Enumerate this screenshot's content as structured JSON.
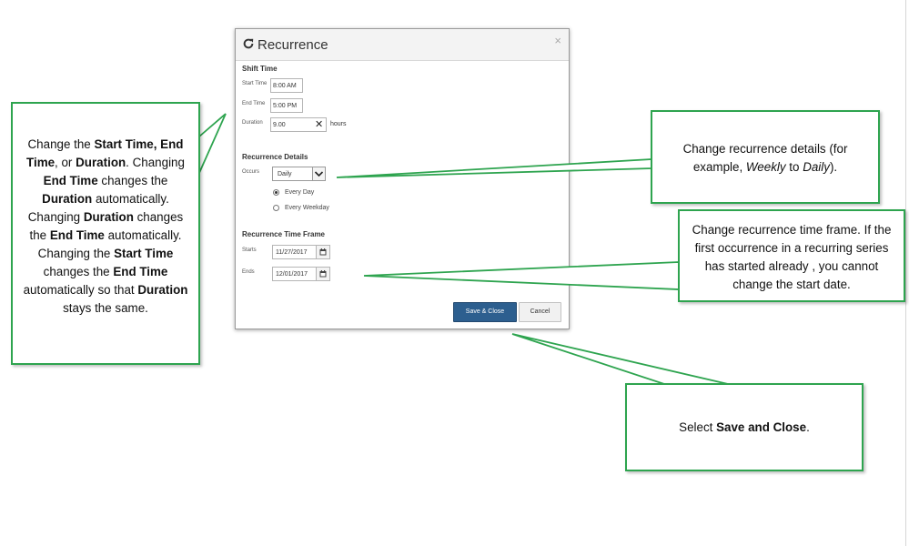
{
  "dialog": {
    "title": "Recurrence",
    "close_glyph": "×",
    "shift_time": {
      "section_title": "Shift Time",
      "start_time_label": "Start Time",
      "start_time_value": "8:00 AM",
      "end_time_label": "End Time",
      "end_time_value": "5:00 PM",
      "duration_label": "Duration",
      "duration_value": "9.00",
      "duration_clear_glyph": "✕",
      "duration_unit": "hours"
    },
    "recurrence_details": {
      "section_title": "Recurrence Details",
      "occurs_label": "Occurs",
      "occurs_value": "Daily",
      "radio_every_day": "Every Day",
      "radio_every_weekday": "Every Weekday",
      "selected": "Every Day"
    },
    "recurrence_time_frame": {
      "section_title": "Recurrence Time Frame",
      "starts_label": "Starts",
      "starts_value": "11/27/2017",
      "ends_label": "Ends",
      "ends_value": "12/01/2017"
    },
    "buttons": {
      "save_close": "Save & Close",
      "cancel": "Cancel"
    }
  },
  "callouts": {
    "times": {
      "t1": "Change the ",
      "b1": "Start Time, End Time",
      "t2": ", or ",
      "b2": "Duration",
      "t3": ". Changing ",
      "b3": "End Time",
      "t4": " changes the ",
      "b4": "Duration",
      "t5": " automatically. Changing ",
      "b5": "Duration",
      "t6": " changes the ",
      "b6": "End Time",
      "t7": " automatically. Changing the ",
      "b7": "Start Time",
      "t8": " changes the ",
      "b8": "End Time",
      "t9": " automatically so that ",
      "b9": "Duration",
      "t10": " stays the same."
    },
    "details": {
      "t1": "Change recurrence details (for example, ",
      "i1": "Weekly",
      "t2": " to ",
      "i2": "Daily",
      "t3": ")."
    },
    "time_frame": {
      "text": "Change recurrence time frame. If the first occurrence in a recurring series has started already , you cannot change the start date."
    },
    "save": {
      "t1": "Select ",
      "b1": "Save and Close",
      "t2": "."
    }
  },
  "colors": {
    "callout_border": "#2ea44f",
    "primary_button": "#2d5f8f"
  }
}
